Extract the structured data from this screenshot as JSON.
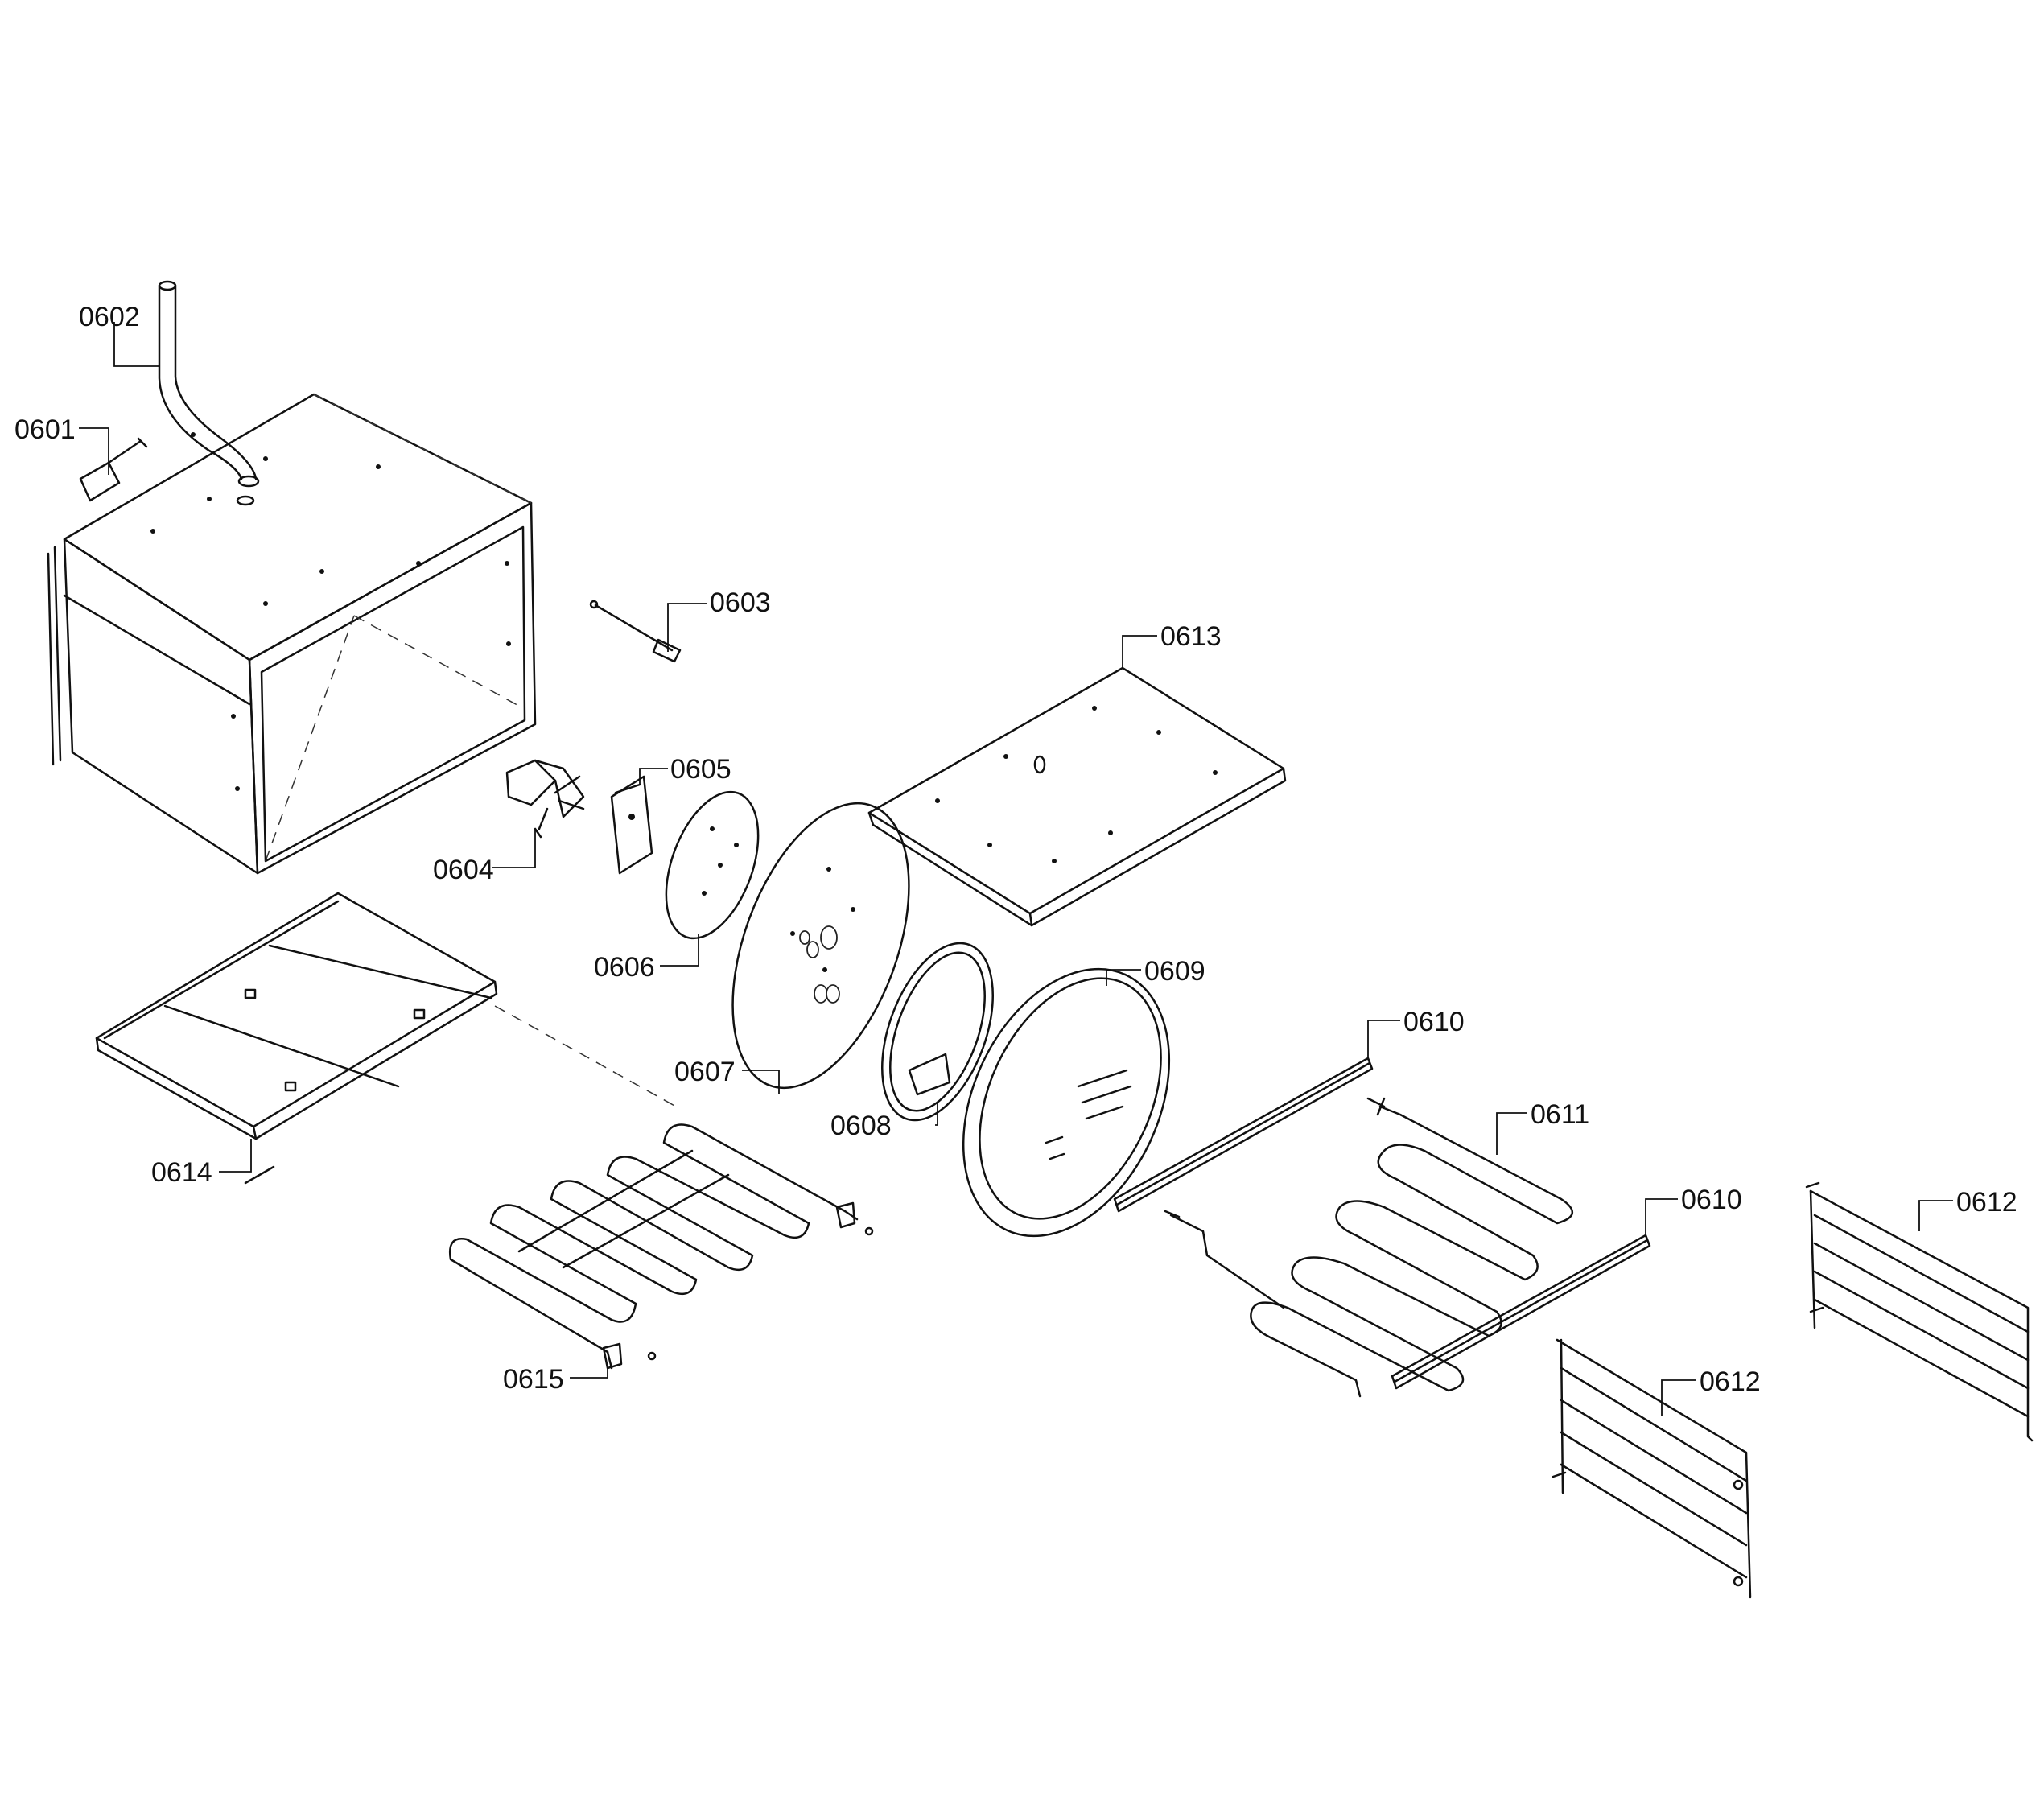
{
  "diagram": {
    "parts": [
      {
        "id": "p0601",
        "label": "0601"
      },
      {
        "id": "p0602",
        "label": "0602"
      },
      {
        "id": "p0603",
        "label": "0603"
      },
      {
        "id": "p0604",
        "label": "0604"
      },
      {
        "id": "p0605",
        "label": "0605"
      },
      {
        "id": "p0606",
        "label": "0606"
      },
      {
        "id": "p0607",
        "label": "0607"
      },
      {
        "id": "p0608",
        "label": "0608"
      },
      {
        "id": "p0609",
        "label": "0609"
      },
      {
        "id": "p0610a",
        "label": "0610"
      },
      {
        "id": "p0610b",
        "label": "0610"
      },
      {
        "id": "p0611",
        "label": "0611"
      },
      {
        "id": "p0612a",
        "label": "0612"
      },
      {
        "id": "p0612b",
        "label": "0612"
      },
      {
        "id": "p0613",
        "label": "0613"
      },
      {
        "id": "p0614",
        "label": "0614"
      },
      {
        "id": "p0615",
        "label": "0615"
      }
    ]
  }
}
